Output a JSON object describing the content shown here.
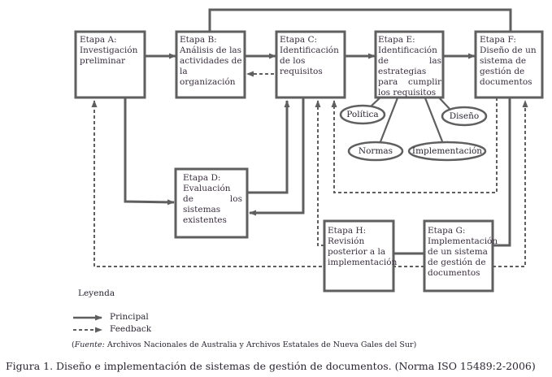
{
  "stages": {
    "A": {
      "title": "Etapa A:",
      "text": "Investigación preliminar"
    },
    "B": {
      "title": "Etapa B:",
      "text": "Análisis de las actividades de la organización"
    },
    "C": {
      "title": "Etapa C:",
      "text": "Identificación de los requisitos"
    },
    "D": {
      "title": "Etapa D:",
      "text": "Evaluación de los sistemas existentes"
    },
    "E": {
      "title": "Etapa E:",
      "text": "Identificación de las estrategias para cumplir los requisitos"
    },
    "F": {
      "title": "Etapa F:",
      "text": "Diseño de un sistema de gestión de documentos"
    },
    "G": {
      "title": "Etapa G:",
      "text": "Implementación de un sistema de gestión de documentos"
    },
    "H": {
      "title": "Etapa H:",
      "text": "Revisión posterior a la implementación"
    }
  },
  "strategies": [
    "Política",
    "Diseño",
    "Normas",
    "Implementación"
  ],
  "legend": {
    "title": "Leyenda",
    "principal": "Principal",
    "feedback": "Feedback"
  },
  "source": {
    "prefix": "Fuente:",
    "text": " Archivos Nacionales de Australia y Archivos Estatales de Nueva Gales del Sur)"
  },
  "caption": {
    "label": "Figura 1.",
    "text": " Diseño e implementación de sistemas de gestión de documentos. (Norma ISO 15489:2-2006)"
  },
  "colors": {
    "line": "#5f5f5f",
    "text": "#2a2530"
  }
}
